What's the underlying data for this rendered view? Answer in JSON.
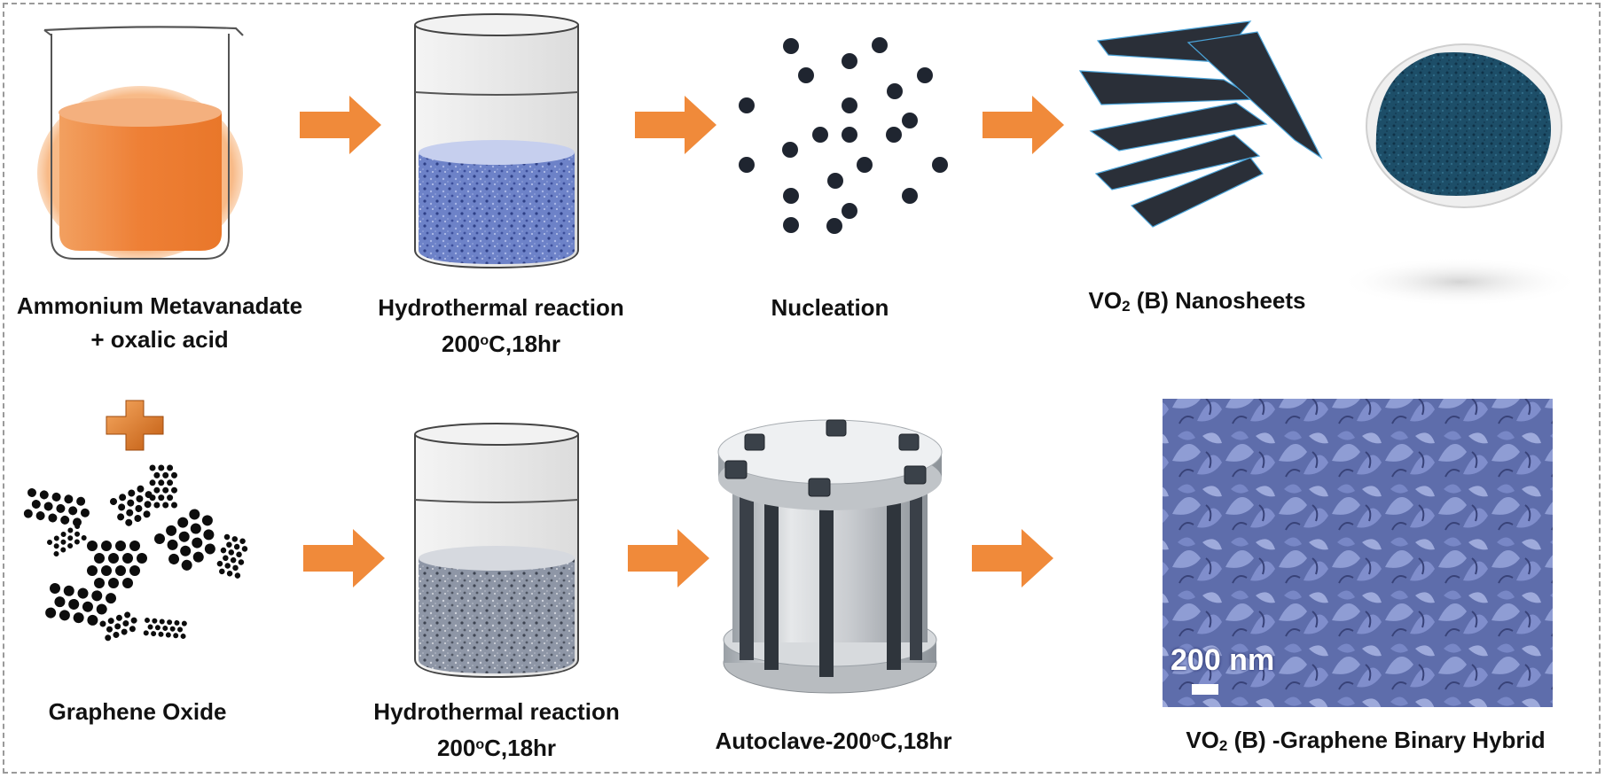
{
  "labels": {
    "ammonium_line1": "Ammonium Metavanadate",
    "ammonium_line2": "+ oxalic acid",
    "hydro_top_line1": "Hydrothermal reaction",
    "hydro_top_temp": "200",
    "hydro_top_deg": "o",
    "hydro_top_rest": "C,18hr",
    "nucleation": "Nucleation",
    "vo2_prefix": "VO",
    "vo2_sub": "2",
    "vo2_suffix": " (B) Nanosheets",
    "graphene_oxide": "Graphene Oxide",
    "hydro_bot_line1": "Hydrothermal reaction",
    "hydro_bot_temp": "200",
    "hydro_bot_deg": "o",
    "hydro_bot_rest": "C,18hr",
    "autoclave_prefix": "Autoclave-200",
    "autoclave_deg": "o",
    "autoclave_rest": "C,18hr",
    "hybrid_prefix": "VO",
    "hybrid_sub": "2",
    "hybrid_suffix": " (B) -Graphene Binary Hybrid",
    "scale_bar": "200 nm"
  },
  "colors": {
    "arrow": "#f08a3a",
    "beaker_liquid": "#ee7f35",
    "blue_liquid": "#6d82c8",
    "grey_liquid": "#8e96a6",
    "nanosheet": "#2a2f38",
    "powder": "#1d4e68",
    "sem": "#6f7fbf",
    "dots": "#1f2530"
  },
  "icons": [
    "arrow-right-icon",
    "plus-icon"
  ]
}
